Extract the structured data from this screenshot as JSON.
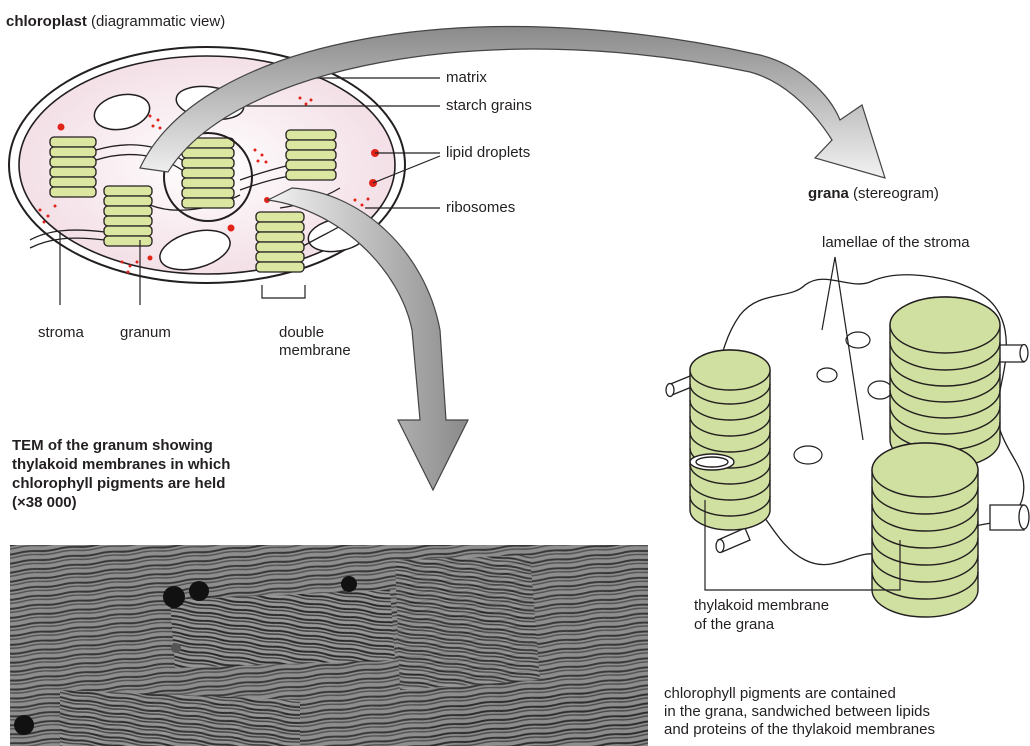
{
  "chloroplast": {
    "title_bold": "chloroplast",
    "title_rest": "(diagrammatic view)",
    "labels": {
      "matrix": "matrix",
      "starch_grains": "starch grains",
      "lipid_droplets": "lipid droplets",
      "ribosomes": "ribosomes",
      "stroma": "stroma",
      "granum": "granum",
      "double_membrane_1": "double",
      "double_membrane_2": "membrane"
    }
  },
  "grana": {
    "title_bold": "grana",
    "title_rest": "(stereogram)",
    "labels": {
      "lamellae": "lamellae of the stroma",
      "thylakoid_1": "thylakoid membrane",
      "thylakoid_2": "of the grana"
    },
    "caption": [
      "chlorophyll pigments are contained",
      "in the grana, sandwiched between lipids",
      "and proteins of the thylakoid membranes"
    ]
  },
  "tem": {
    "caption": [
      "TEM of the granum showing",
      "thylakoid membranes in which",
      "chlorophyll pigments are held",
      "(×38 000)"
    ]
  },
  "colors": {
    "granum_fill": "#dbe6a0",
    "grana_fill": "#cfe0a0",
    "cytoplasm": "#f6e6ec",
    "dots": "#e2231a",
    "arrow_dark": "#7a7a7a",
    "arrow_light": "#e8e8e8"
  }
}
